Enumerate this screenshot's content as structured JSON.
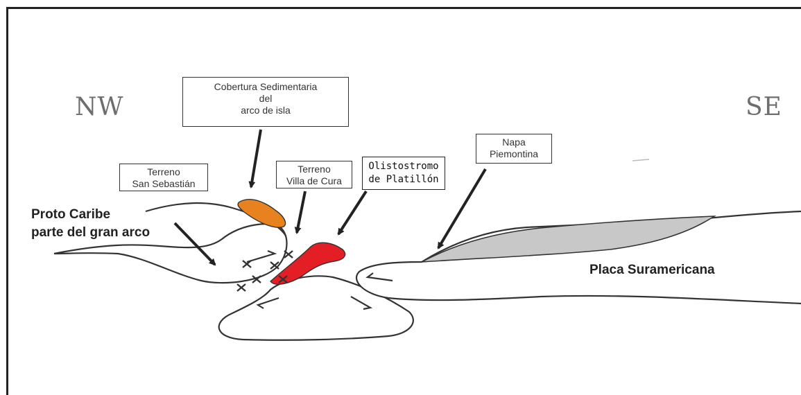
{
  "orientation": {
    "left": "NW",
    "right": "SE"
  },
  "labels": {
    "cobertura": "Cobertura Sedimentaria\ndel\narco de isla",
    "san_sebastian": "Terreno\nSan Sebastián",
    "villa_de_cura": "Terreno\nVilla de Cura",
    "olistostromo": "Olistostromo\nde Platillón",
    "napa": "Napa\nPiemontina",
    "proto_caribe_line1": "Proto Caribe",
    "proto_caribe_line2": "parte del gran arco",
    "placa": "Placa Suramericana"
  },
  "colors": {
    "cobertura_fill": "#e8821e",
    "olistostromo_fill": "#e31e24",
    "napa_fill": "#c8c8c8",
    "outline": "#333333"
  }
}
